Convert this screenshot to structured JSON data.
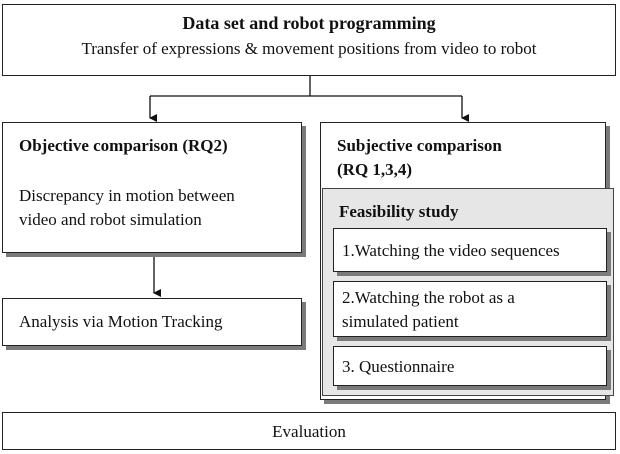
{
  "top": {
    "title": "Data set and robot programming",
    "subtitle": "Transfer of expressions & movement positions from video to robot"
  },
  "objective": {
    "title": "Objective comparison (RQ2)",
    "description_line1": "Discrepancy in motion between",
    "description_line2": "video and robot simulation"
  },
  "analysis": {
    "label": "Analysis via Motion Tracking"
  },
  "subjective": {
    "title_line1": "Subjective comparison",
    "title_line2": "(RQ 1,3,4)",
    "feasibility": {
      "title": "Feasibility study",
      "steps": [
        {
          "line1": "1.Watching the video sequences"
        },
        {
          "line1": "2.Watching the robot as a",
          "line2": "simulated patient"
        },
        {
          "line1": "3. Questionnaire"
        }
      ]
    }
  },
  "evaluation": {
    "label": "Evaluation"
  },
  "colors": {
    "border": "#222222",
    "shadow": "#7a7a7a",
    "feasibility_bg": "#e6e6e6"
  }
}
